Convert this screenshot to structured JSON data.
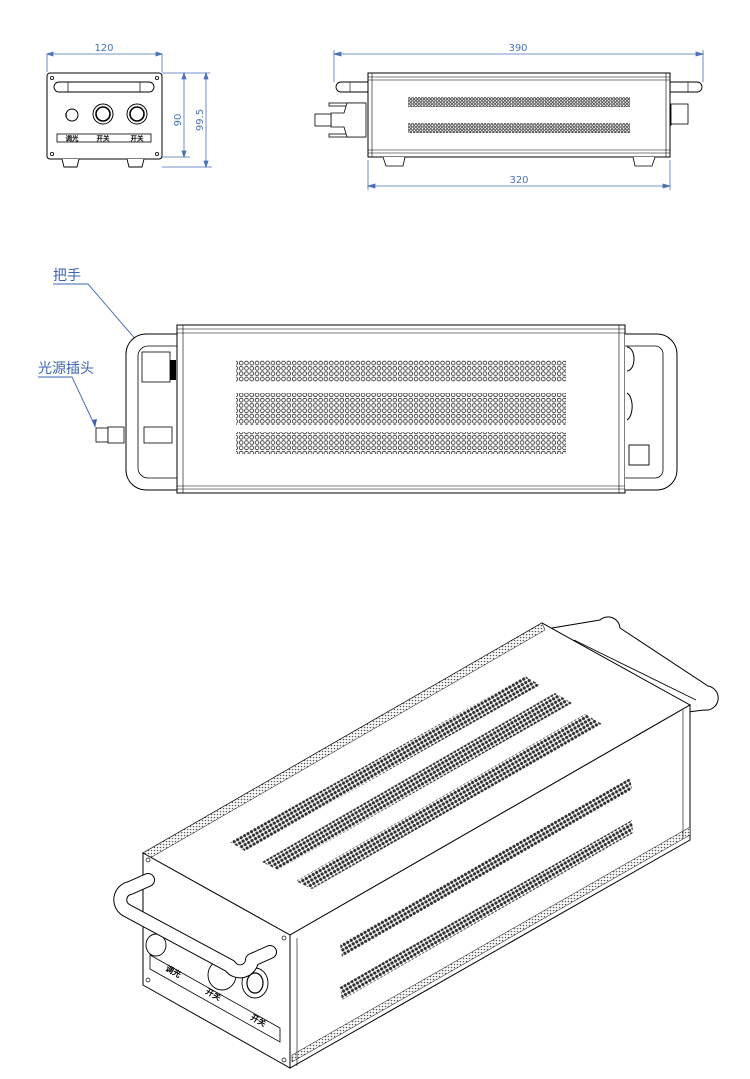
{
  "drawing": {
    "type": "engineering-drawing",
    "subject": "light source control box",
    "colors": {
      "outline": "#000000",
      "dimension": "#4a72b8",
      "callout": "#3a64b0",
      "background": "#ffffff"
    }
  },
  "front_view": {
    "dimensions": {
      "width": "120",
      "height": "90",
      "height_with_feet": "99.5"
    },
    "panel_labels": [
      "调光",
      "开关",
      "开关"
    ]
  },
  "side_view": {
    "dimensions": {
      "overall_length": "390",
      "body_length": "320"
    }
  },
  "top_view": {
    "callouts": [
      {
        "label": "把手",
        "target": "handle"
      },
      {
        "label": "光源插头",
        "target": "light-source-plug"
      }
    ]
  },
  "iso_view": {
    "panel_labels": [
      "调光",
      "开关",
      "开关"
    ]
  }
}
